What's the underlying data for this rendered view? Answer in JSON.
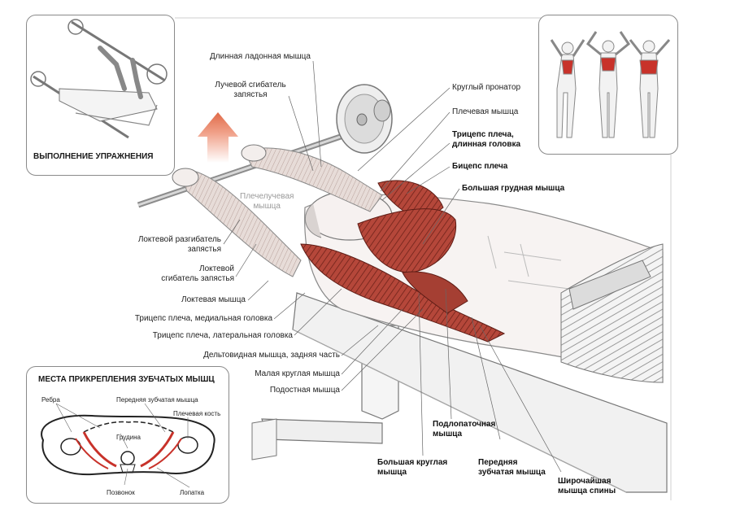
{
  "panels": {
    "execution": {
      "title": "ВЫПОЛНЕНИЕ УПРАЖНЕНИЯ"
    },
    "serratus": {
      "title": "МЕСТА ПРИКРЕПЛЕНИЯ ЗУБЧАТЫХ МЫШЦ",
      "labels": {
        "ribs": "Ребра",
        "anterior_serratus": "Передняя зубчатая мышца",
        "humerus": "Плечевая кость",
        "sternum": "Грудина",
        "spine": "Позвонок",
        "scapula": "Лопатка"
      }
    }
  },
  "illustration": {
    "deltoid_ghost_label": "Плечелучевая\nмышца"
  },
  "muscle_labels": {
    "palmaris_longus": "Длинная ладонная мышца",
    "flexor_carpi_radialis": "Лучевой сгибатель\nзапястья",
    "extensor_carpi_ulnaris": "Локтевой разгибатель\nзапястья",
    "flexor_carpi_ulnaris": "Локтевой\nсгибатель запястья",
    "anconeus": "Локтевая мышца",
    "triceps_medial": "Трицепс плеча, медиальная головка",
    "triceps_lateral": "Трицепс плеча, латеральная головка",
    "deltoid_posterior": "Дельтовидная мышца, задняя часть",
    "teres_minor": "Малая круглая мышца",
    "infraspinatus": "Подостная мышца",
    "pronator_teres": "Круглый пронатор",
    "brachialis": "Плечевая мышца",
    "triceps_long": "Трицепс плеча,\nдлинная головка",
    "biceps": "Бицепс плеча",
    "pectoralis_major": "Большая грудная мышца",
    "subscapularis": "Подлопаточная\nмышца",
    "teres_major": "Большая круглая\nмышца",
    "serratus_anterior": "Передняя\nзубчатая мышца",
    "latissimus_dorsi": "Широчайшая\nмышца спины"
  },
  "colors": {
    "muscle_highlight": "#b5473a",
    "muscle_dark": "#7a2a22",
    "arrow": "#e0785a",
    "panel_border": "#8a8a8a",
    "serratus_red": "#c8322a"
  }
}
